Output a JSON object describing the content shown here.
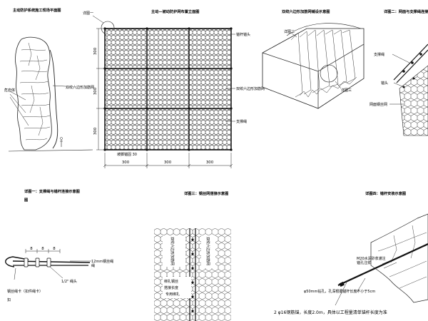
{
  "titles": {
    "top_left": "主动防护系统施工现场平面图",
    "top_center": "主动—被动防护网布置立面图",
    "top_center_tag": "详图一",
    "top_right1": "双绞六边形加筋网铺设示意图",
    "top_right2": "详图二：网面与支撑绳连接示意",
    "bot_left": "详图一：支撑绳与锚杆连接示意图",
    "bot_left_2": "图",
    "bot_center": "详图三：钢丝网搭接示意图",
    "bot_right": "详图四：锚杆安装示意图"
  },
  "labels": {
    "tl_rock": "危岩体",
    "tl_net": "双绞六边形加筋网",
    "tc_anchor": "锚杆锚头",
    "tc_net": "双绞六边形加筋网",
    "tc_rope": "支撑绳",
    "tc_bottom": "坡脚锚固 30",
    "tr1_tag": "详图二",
    "tr1_tag3": "详图三",
    "tr2_rope": "支撑绳",
    "tr2_anchor": "锚头",
    "tr2_mesh": "网面钢丝网",
    "bl_rope": "12mm钢丝绳\n绳",
    "bl_clip": "钢丝绳卡（扣件绳卡）",
    "bl_clip_2": "扣",
    "bl_dia": "1/2\" 绳头",
    "bc_left_net": "双绞六边形加筋网",
    "bc_right_net": "双绞六边形加筋网",
    "bc_wire": "绑扎钢丝",
    "bc_overlap": "搭接长度",
    "bc_bind": "专用绑扎",
    "br_mortar": "M20水泥砂浆灌注\n锚孔注浆",
    "br_hole": "φ50mm钻孔，孔深根据锚杆长度不小于5cm",
    "br_bar": "2 φ16钢筋锚，长度2.0m，具体以工程量清单锚杆长度为准"
  },
  "dimensions": {
    "vert": [
      "300",
      "300",
      "300"
    ],
    "horiz": [
      "300",
      "300",
      "300"
    ],
    "bl_spacing": [
      "8",
      "8",
      "8"
    ]
  }
}
